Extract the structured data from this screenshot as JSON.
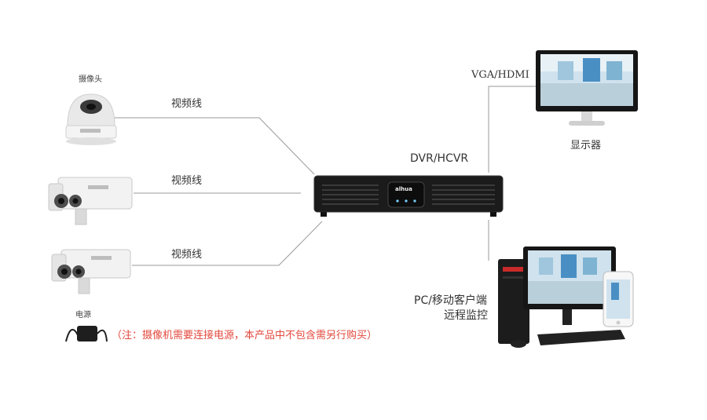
{
  "cameras": {
    "dome_label": "摄像头",
    "cable_labels": [
      "视频线",
      "视频线",
      "视频线"
    ]
  },
  "power": {
    "label": "电源",
    "note": "（注：摄像机需要连接电源，本产品中不包含需另行购买）"
  },
  "recorder": {
    "label": "DVR/HCVR",
    "brand": "alhua"
  },
  "display": {
    "link_label": "VGA/HDMI",
    "label": "显示器"
  },
  "remote": {
    "line1": "PC/移动客户端",
    "line2": "远程监控"
  },
  "colors": {
    "line": "#9a9a9a",
    "note": "#e2483d",
    "device": "#1b1b1b"
  }
}
